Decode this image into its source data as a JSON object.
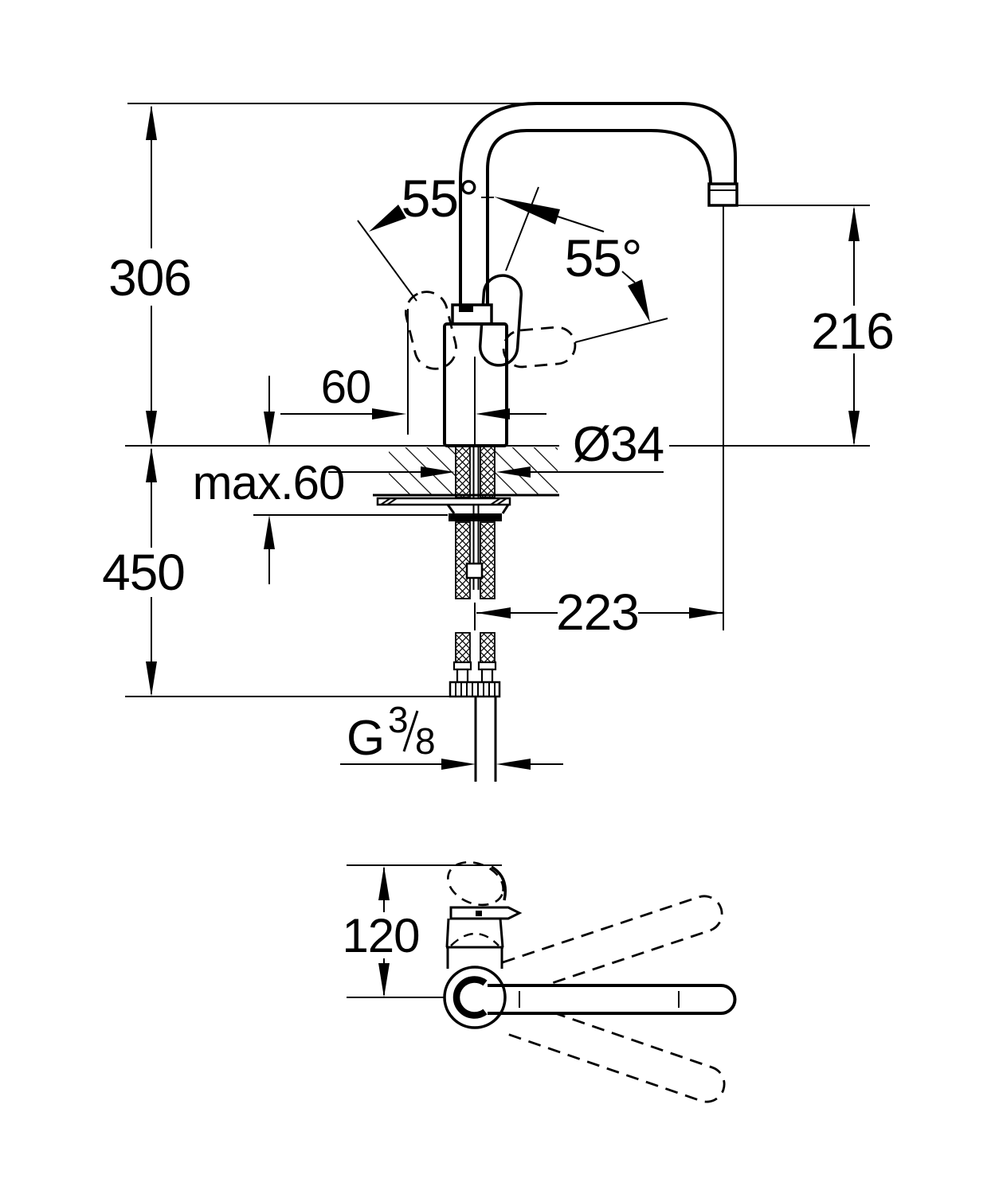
{
  "drawing": {
    "view_side": {
      "height_total": "306",
      "angle_left": "55°",
      "angle_right": "55°",
      "spout_height": "216",
      "handle_offset": "60",
      "hole_diameter": "Ø34",
      "deck_max": "max.60",
      "hose_length": "450",
      "spout_reach": "223",
      "thread_prefix": "G",
      "thread_numerator": "3",
      "thread_denominator": "8"
    },
    "view_top": {
      "handle_height": "120"
    }
  }
}
